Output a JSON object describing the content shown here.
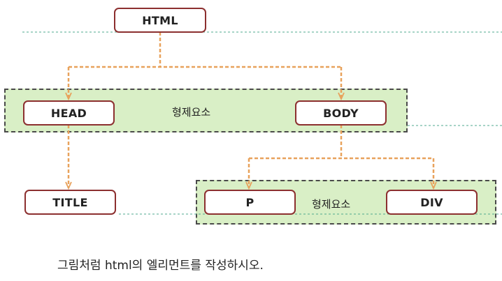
{
  "diagram": {
    "nodes": {
      "html": "HTML",
      "head": "HEAD",
      "body": "BODY",
      "title": "TITLE",
      "p": "P",
      "div": "DIV"
    },
    "sibling_label_1": "형제요소",
    "sibling_label_2": "형제요소",
    "caption": "그림처럼 html의 엘리먼트를 작성하시오.",
    "colors": {
      "node_border": "#8c2f2f",
      "arrow": "#e8a25c",
      "group_fill": "#d9efc6",
      "group_border": "#4a4a4a",
      "guide_line": "#4fa88f"
    }
  }
}
